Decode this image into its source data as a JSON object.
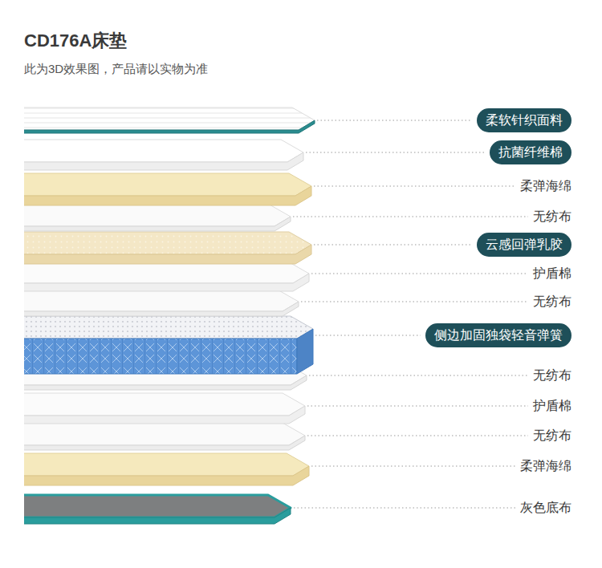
{
  "diagram": {
    "title": "CD176A床垫",
    "nodes": [
      {
        "text": [
          "柔软针织面料"
        ]
      },
      {
        "text": [
          "抗菌纤维棉"
        ]
      },
      {
        "text": [
          "云感回弹乳胶"
        ]
      },
      {
        "text": [
          "侧边加固独袋轻音弹簧"
        ]
      }
    ],
    "labels": [
      "此为3D效果图，产品请以实物为准",
      "柔弹海绵",
      "无纺布",
      "护盾棉",
      "无纺布",
      "无纺布",
      "护盾棉",
      "无纺布",
      "柔弹海绵",
      "灰色底布"
    ]
  }
}
